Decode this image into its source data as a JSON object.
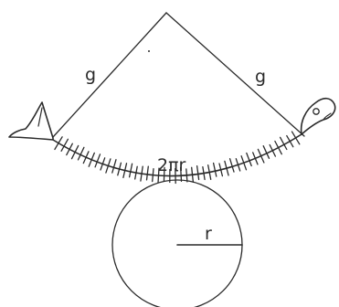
{
  "labels": {
    "slant_left": "g",
    "slant_right": "g",
    "arc_length": "2πr",
    "radius": "r"
  },
  "colors": {
    "ink": "#2a2a2a",
    "background": "#ffffff"
  },
  "figure": {
    "icons": [
      "fish-tail-icon",
      "fish-head-icon",
      "fish-bones"
    ]
  }
}
